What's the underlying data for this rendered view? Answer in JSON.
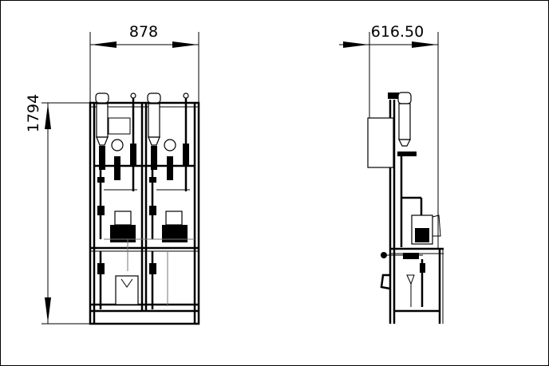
{
  "drawing": {
    "front_view": {
      "width_dimension": "878",
      "height_dimension": "1794"
    },
    "side_view": {
      "depth_dimension": "616.50"
    }
  }
}
